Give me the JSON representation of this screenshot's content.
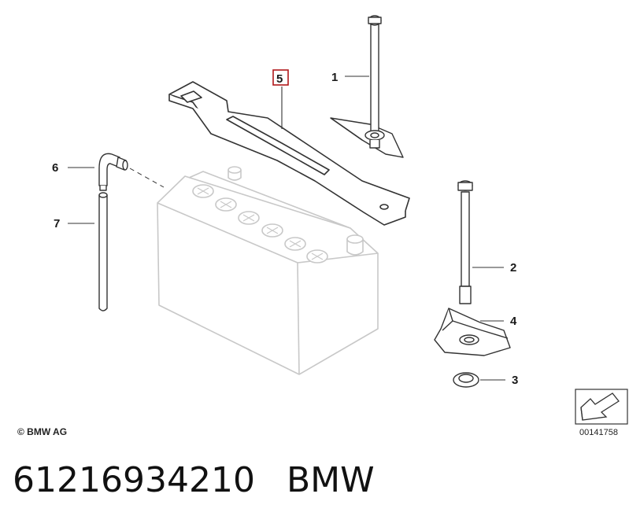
{
  "callouts": {
    "c1": "1",
    "c2": "2",
    "c3": "3",
    "c4": "4",
    "c5": "5",
    "c6": "6",
    "c7": "7"
  },
  "highlighted_callout": "5",
  "colors": {
    "highlight": "#b0181b",
    "battery_outline": "#c8c8c8",
    "parts_outline": "#333333"
  },
  "copyright": "© BMW AG",
  "diagram_ref": "00141758",
  "part_number": "61216934210",
  "brand": "BMW"
}
